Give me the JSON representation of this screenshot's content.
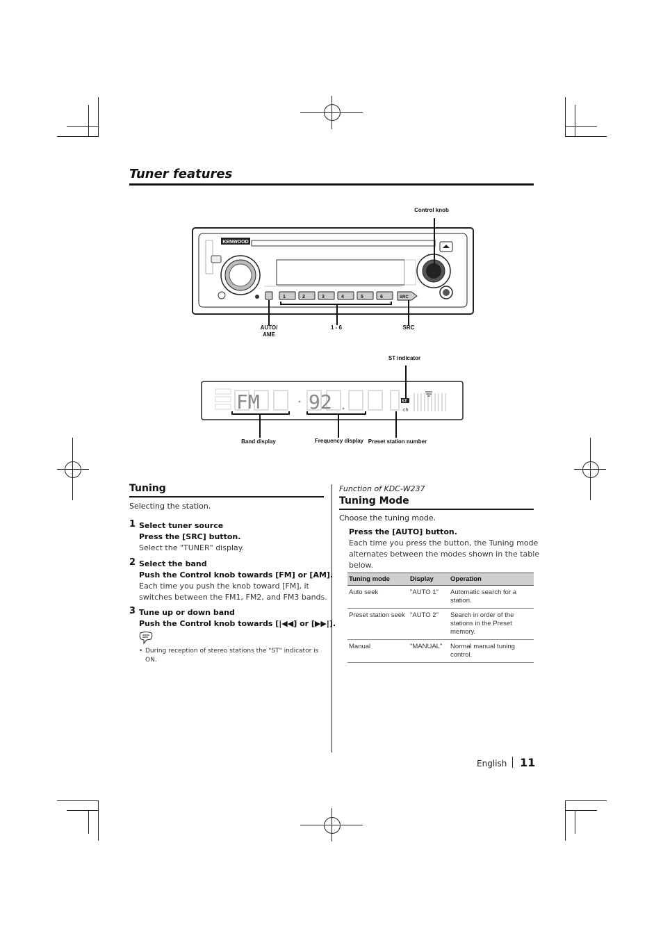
{
  "page": {
    "title": "Tuner features",
    "language": "English",
    "page_number": "11"
  },
  "figure1": {
    "brand": "KENWOOD",
    "callouts": {
      "control_knob": "Control knob",
      "auto_ame": "AUTO/",
      "auto_ame_2": "AME",
      "presets": "1 - 6",
      "src": "SRC"
    },
    "preset_buttons": [
      "1",
      "2",
      "3",
      "4",
      "5",
      "6"
    ],
    "src_button": "SRC"
  },
  "figure2": {
    "callouts": {
      "st_indicator": "ST indicator",
      "band_display": "Band display",
      "frequency_display": "Frequency display",
      "preset_station_number": "Preset station number"
    },
    "lcd": {
      "band": "FM",
      "frequency": "92",
      "st": "ST",
      "ch": "ch"
    }
  },
  "tuning": {
    "heading": "Tuning",
    "intro": "Selecting the station.",
    "steps": [
      {
        "num": "1",
        "title": "Select tuner source",
        "action": "Press the [SRC] button.",
        "detail": "Select the \"TUNER\" display."
      },
      {
        "num": "2",
        "title": "Select the band",
        "action": "Push the Control knob towards [FM] or [AM].",
        "detail_1": "Each time you push the knob toward [FM], it",
        "detail_2": "switches between the FM1, FM2, and FM3 bands."
      },
      {
        "num": "3",
        "title": "Tune up or down band",
        "action": "Push the Control knob towards [|◀◀] or [▶▶|]."
      }
    ],
    "note_1": "During reception of stereo stations the \"ST\" indicator is",
    "note_2": "ON."
  },
  "tuning_mode": {
    "function_of": "Function of KDC-W237",
    "heading": "Tuning Mode",
    "intro": "Choose the tuning mode.",
    "action": "Press the [AUTO] button.",
    "detail_1": "Each time you press the button, the Tuning mode",
    "detail_2": "alternates between the modes shown in the table",
    "detail_3": "below.",
    "table": {
      "headers": [
        "Tuning mode",
        "Display",
        "Operation"
      ],
      "rows": [
        [
          "Auto seek",
          "\"AUTO 1\"",
          "Automatic search for a station."
        ],
        [
          "Preset station seek",
          "\"AUTO 2\"",
          "Search in order of the stations in the Preset memory."
        ],
        [
          "Manual",
          "\"MANUAL\"",
          "Normal manual tuning control."
        ]
      ]
    }
  }
}
